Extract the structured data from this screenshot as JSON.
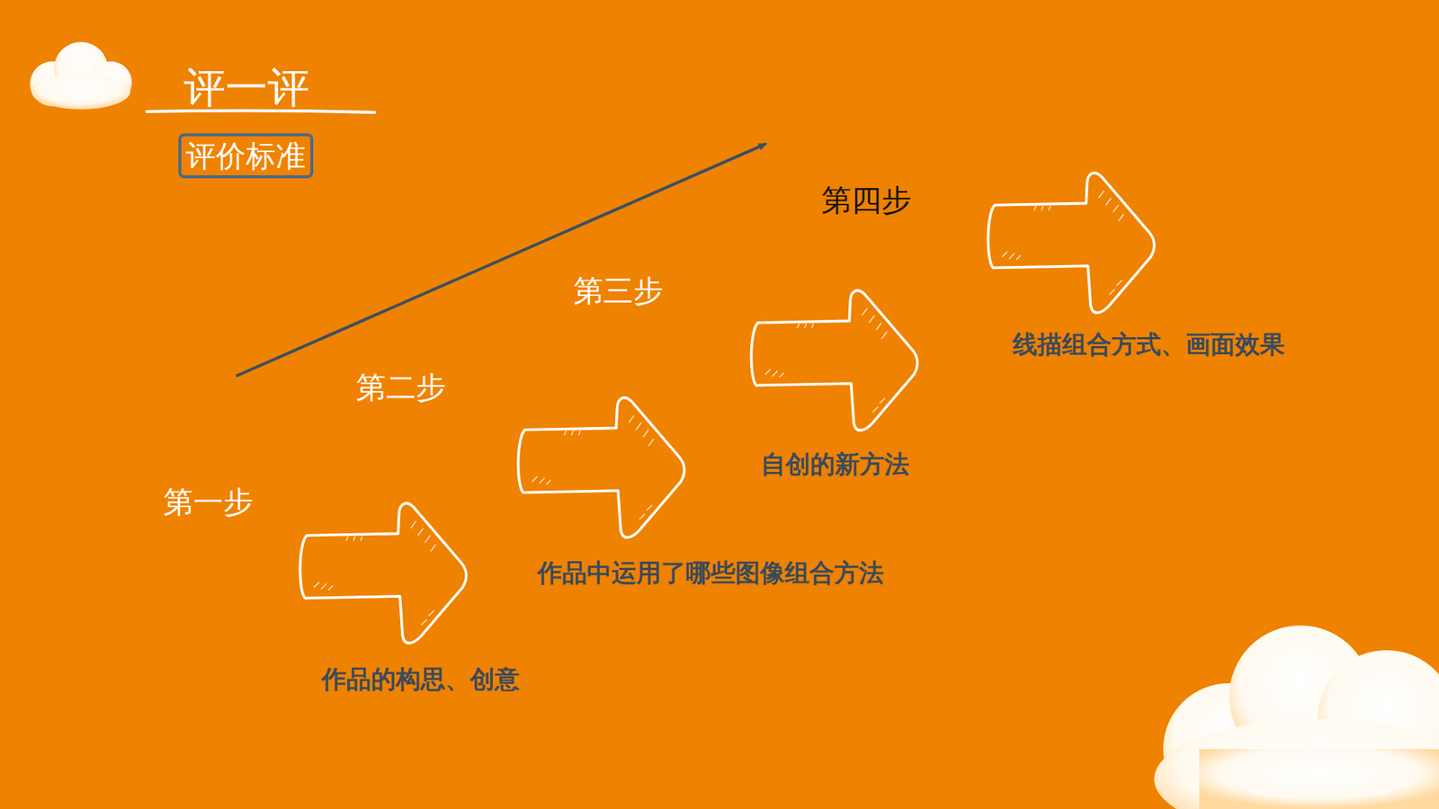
{
  "diagram": {
    "title": "评一评",
    "nodes": [
      {
        "text": [
          "评价标准"
        ]
      },
      {
        "text": [
          "作品的构思、创意"
        ]
      },
      {
        "text": [
          "作品中运用了哪些图像组合方法"
        ]
      },
      {
        "text": [
          "自创的新方法"
        ]
      },
      {
        "text": [
          "线描组合方式、画面效果"
        ]
      }
    ],
    "labels": [
      "第一步",
      "第二步",
      "第三步",
      "第四步"
    ]
  }
}
